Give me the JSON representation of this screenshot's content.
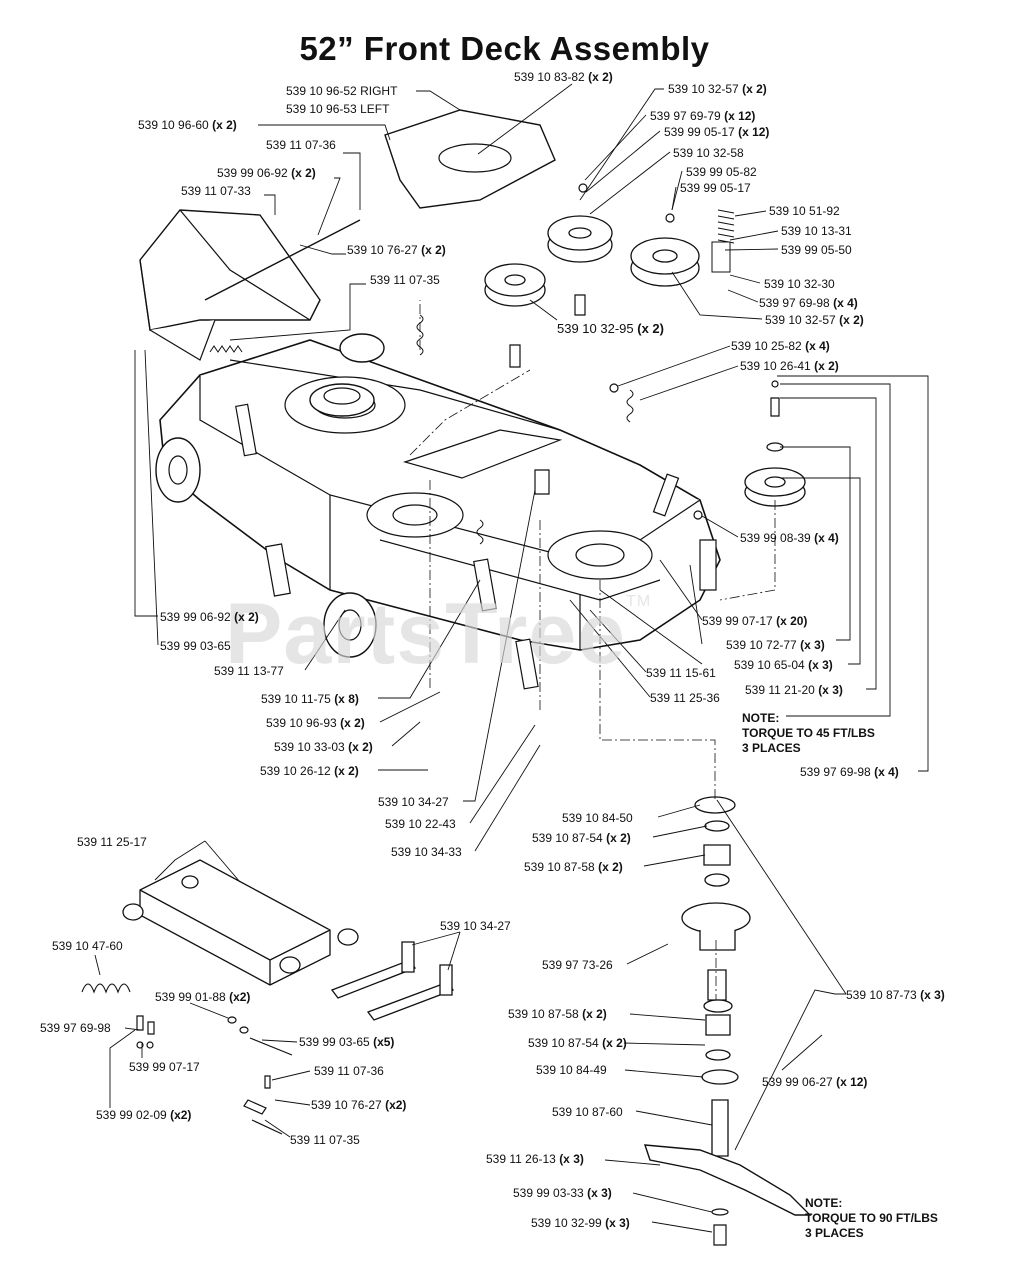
{
  "title": "52” Front Deck Assembly",
  "watermark": "PartsTree",
  "watermark_tm": "TM",
  "labels": [
    {
      "part": "539 10 83-82",
      "qty": "(x 2)"
    },
    {
      "part": "539 10 96-52 RIGHT",
      "qty": ""
    },
    {
      "part": "539 10 96-53 LEFT",
      "qty": ""
    },
    {
      "part": "539 10 96-60",
      "qty": "(x 2)"
    },
    {
      "part": "539 11 07-36",
      "qty": ""
    },
    {
      "part": "539 99 06-92",
      "qty": "(x 2)"
    },
    {
      "part": "539 11 07-33",
      "qty": ""
    },
    {
      "part": "539 10 76-27",
      "qty": "(x 2)"
    },
    {
      "part": "539 11 07-35",
      "qty": ""
    },
    {
      "part": "539 10 32-57",
      "qty": "(x 2)"
    },
    {
      "part": "539 97 69-79",
      "qty": "(x 12)"
    },
    {
      "part": "539 99 05-17",
      "qty": "(x 12)"
    },
    {
      "part": "539 10 32-58",
      "qty": ""
    },
    {
      "part": "539 99 05-82",
      "qty": ""
    },
    {
      "part": "539 99 05-17",
      "qty": ""
    },
    {
      "part": "539 10 51-92",
      "qty": ""
    },
    {
      "part": "539 10 13-31",
      "qty": ""
    },
    {
      "part": "539 99 05-50",
      "qty": ""
    },
    {
      "part": "539 10 32-30",
      "qty": ""
    },
    {
      "part": "539 97 69-98",
      "qty": "(x 4)"
    },
    {
      "part": "539 10 32-57",
      "qty": "(x 2)"
    },
    {
      "part": "539 10 32-95",
      "qty": "(x 2)"
    },
    {
      "part": "539 10 25-82",
      "qty": "(x 4)"
    },
    {
      "part": "539 10 26-41",
      "qty": "(x 2)"
    },
    {
      "part": "539 99 08-39",
      "qty": "(x 4)"
    },
    {
      "part": "539 99 06-92",
      "qty": "(x 2)"
    },
    {
      "part": "539 99 03-65",
      "qty": ""
    },
    {
      "part": "539 11 13-77",
      "qty": ""
    },
    {
      "part": "539 99 07-17",
      "qty": "(x 20)"
    },
    {
      "part": "539 10 72-77",
      "qty": "(x 3)"
    },
    {
      "part": "539 10 65-04",
      "qty": "(x 3)"
    },
    {
      "part": "539 11 15-61",
      "qty": ""
    },
    {
      "part": "539 11 25-36",
      "qty": ""
    },
    {
      "part": "539 11 21-20",
      "qty": "(x 3)"
    },
    {
      "part": "539 10 11-75",
      "qty": "(x 8)"
    },
    {
      "part": "539 10 96-93",
      "qty": "(x 2)"
    },
    {
      "part": "539 10 33-03",
      "qty": "(x 2)"
    },
    {
      "part": "539 10 26-12",
      "qty": "(x 2)"
    },
    {
      "part": "539 97 69-98",
      "qty": "(x 4)"
    },
    {
      "part": "539 10 34-27",
      "qty": ""
    },
    {
      "part": "539 10 22-43",
      "qty": ""
    },
    {
      "part": "539 10 34-33",
      "qty": ""
    },
    {
      "part": "539 10 84-50",
      "qty": ""
    },
    {
      "part": "539 10 87-54",
      "qty": "(x 2)"
    },
    {
      "part": "539 10 87-58",
      "qty": "(x 2)"
    },
    {
      "part": "539 11 25-17",
      "qty": ""
    },
    {
      "part": "539 10 34-27",
      "qty": ""
    },
    {
      "part": "539 10 47-60",
      "qty": ""
    },
    {
      "part": "539 97 73-26",
      "qty": ""
    },
    {
      "part": "539 99 01-88",
      "qty": "(x2)"
    },
    {
      "part": "539 10 87-73",
      "qty": "(x 3)"
    },
    {
      "part": "539 97 69-98",
      "qty": ""
    },
    {
      "part": "539 99 03-65",
      "qty": "(x5)"
    },
    {
      "part": "539 10 87-58",
      "qty": "(x 2)"
    },
    {
      "part": "539 10 87-54",
      "qty": "(x 2)"
    },
    {
      "part": "539 11 07-36",
      "qty": ""
    },
    {
      "part": "539 99 07-17",
      "qty": ""
    },
    {
      "part": "539 99 02-09",
      "qty": "(x2)"
    },
    {
      "part": "539 10 84-49",
      "qty": ""
    },
    {
      "part": "539 99 06-27",
      "qty": "(x 12)"
    },
    {
      "part": "539 10 76-27",
      "qty": "(x2)"
    },
    {
      "part": "539 11 07-35",
      "qty": ""
    },
    {
      "part": "539 10 87-60",
      "qty": ""
    },
    {
      "part": "539 11 26-13",
      "qty": "(x 3)"
    },
    {
      "part": "539 99 03-33",
      "qty": "(x 3)"
    },
    {
      "part": "539 10 32-99",
      "qty": "(x 3)"
    }
  ],
  "notes": [
    {
      "heading": "NOTE:",
      "line1": "TORQUE TO 45 FT/LBS",
      "line2": "3 PLACES"
    },
    {
      "heading": "NOTE:",
      "line1": "TORQUE TO 90 FT/LBS",
      "line2": "3 PLACES"
    }
  ]
}
